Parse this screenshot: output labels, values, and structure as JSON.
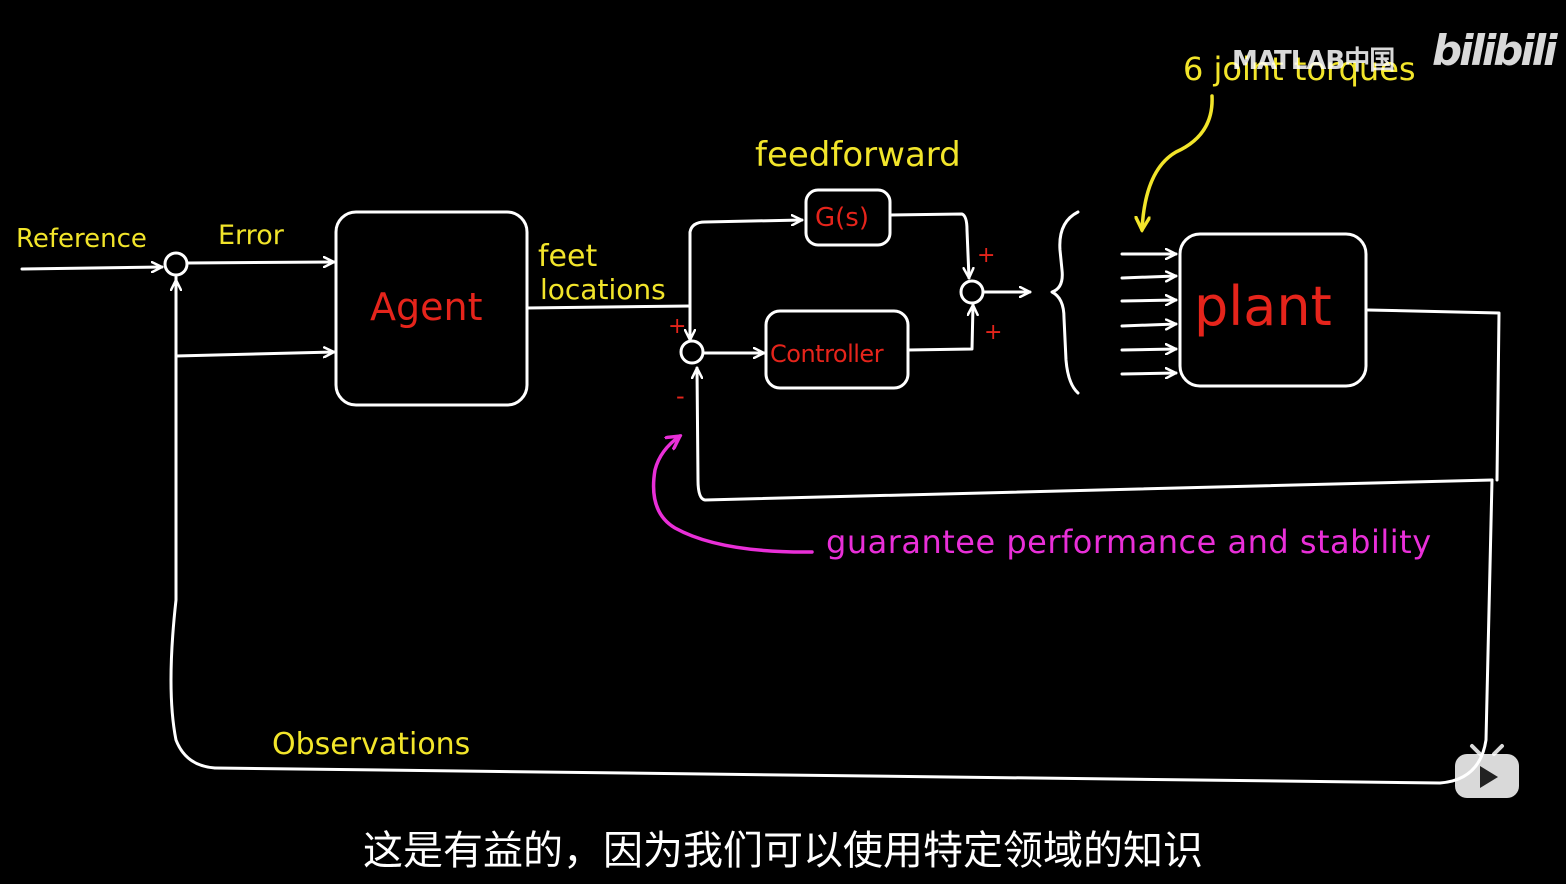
{
  "labels": {
    "reference": "Reference",
    "error": "Error",
    "feet": "feet",
    "locations": "locations",
    "feedforward": "feedforward",
    "joint_torques": "6 joint torques",
    "observations": "Observations",
    "guarantee": "guarantee performance and stability",
    "plus_top": "+",
    "plus_bottom": "+",
    "plus_left": "+",
    "minus": "-"
  },
  "blocks": {
    "agent": "Agent",
    "gs": "G(s)",
    "controller": "Controller",
    "plant": "plant"
  },
  "watermark": {
    "matlab": "MATLAB中国",
    "bilibili": "bilibili"
  },
  "subtitle": "这是有益的，因为我们可以使用特定领域的知识",
  "icons": {
    "play": "play-icon"
  },
  "colors": {
    "background": "#000000",
    "line": "#ffffff",
    "label": "#f2e52a",
    "block_text": "#e5241b",
    "annotation": "#e92fd8"
  }
}
